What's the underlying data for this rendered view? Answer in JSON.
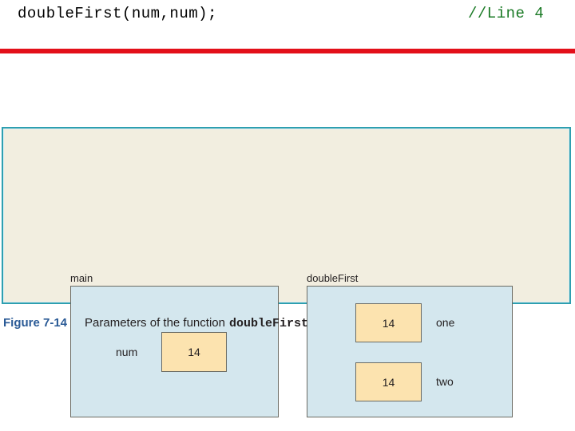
{
  "slide": {
    "code_line": {
      "statement": "doubleFirst(num,num);",
      "comment": "//Line 4",
      "comment_color": "#1a7a25",
      "statement_color": "#000000"
    },
    "divider_color": "#e3101a"
  },
  "figure": {
    "frame": {
      "background": "#f2eee0",
      "border_color": "#2e9fb0"
    },
    "blocks": [
      {
        "name": "main",
        "label": "main",
        "fill": "#d4e7ee",
        "variables": [
          {
            "label": "num",
            "value": "14",
            "cell_fill": "#fce3af"
          }
        ]
      },
      {
        "name": "doubleFirst",
        "label": "doubleFirst",
        "fill": "#d4e7ee",
        "variables": [
          {
            "label": "one",
            "value": "14",
            "cell_fill": "#fce3af"
          },
          {
            "label": "two",
            "value": "14",
            "cell_fill": "#fce3af"
          }
        ]
      }
    ],
    "caption": {
      "number": "Figure 7-14",
      "text": "Parameters of the function",
      "code": "doubleFirst",
      "number_color": "#2a5a96"
    }
  }
}
